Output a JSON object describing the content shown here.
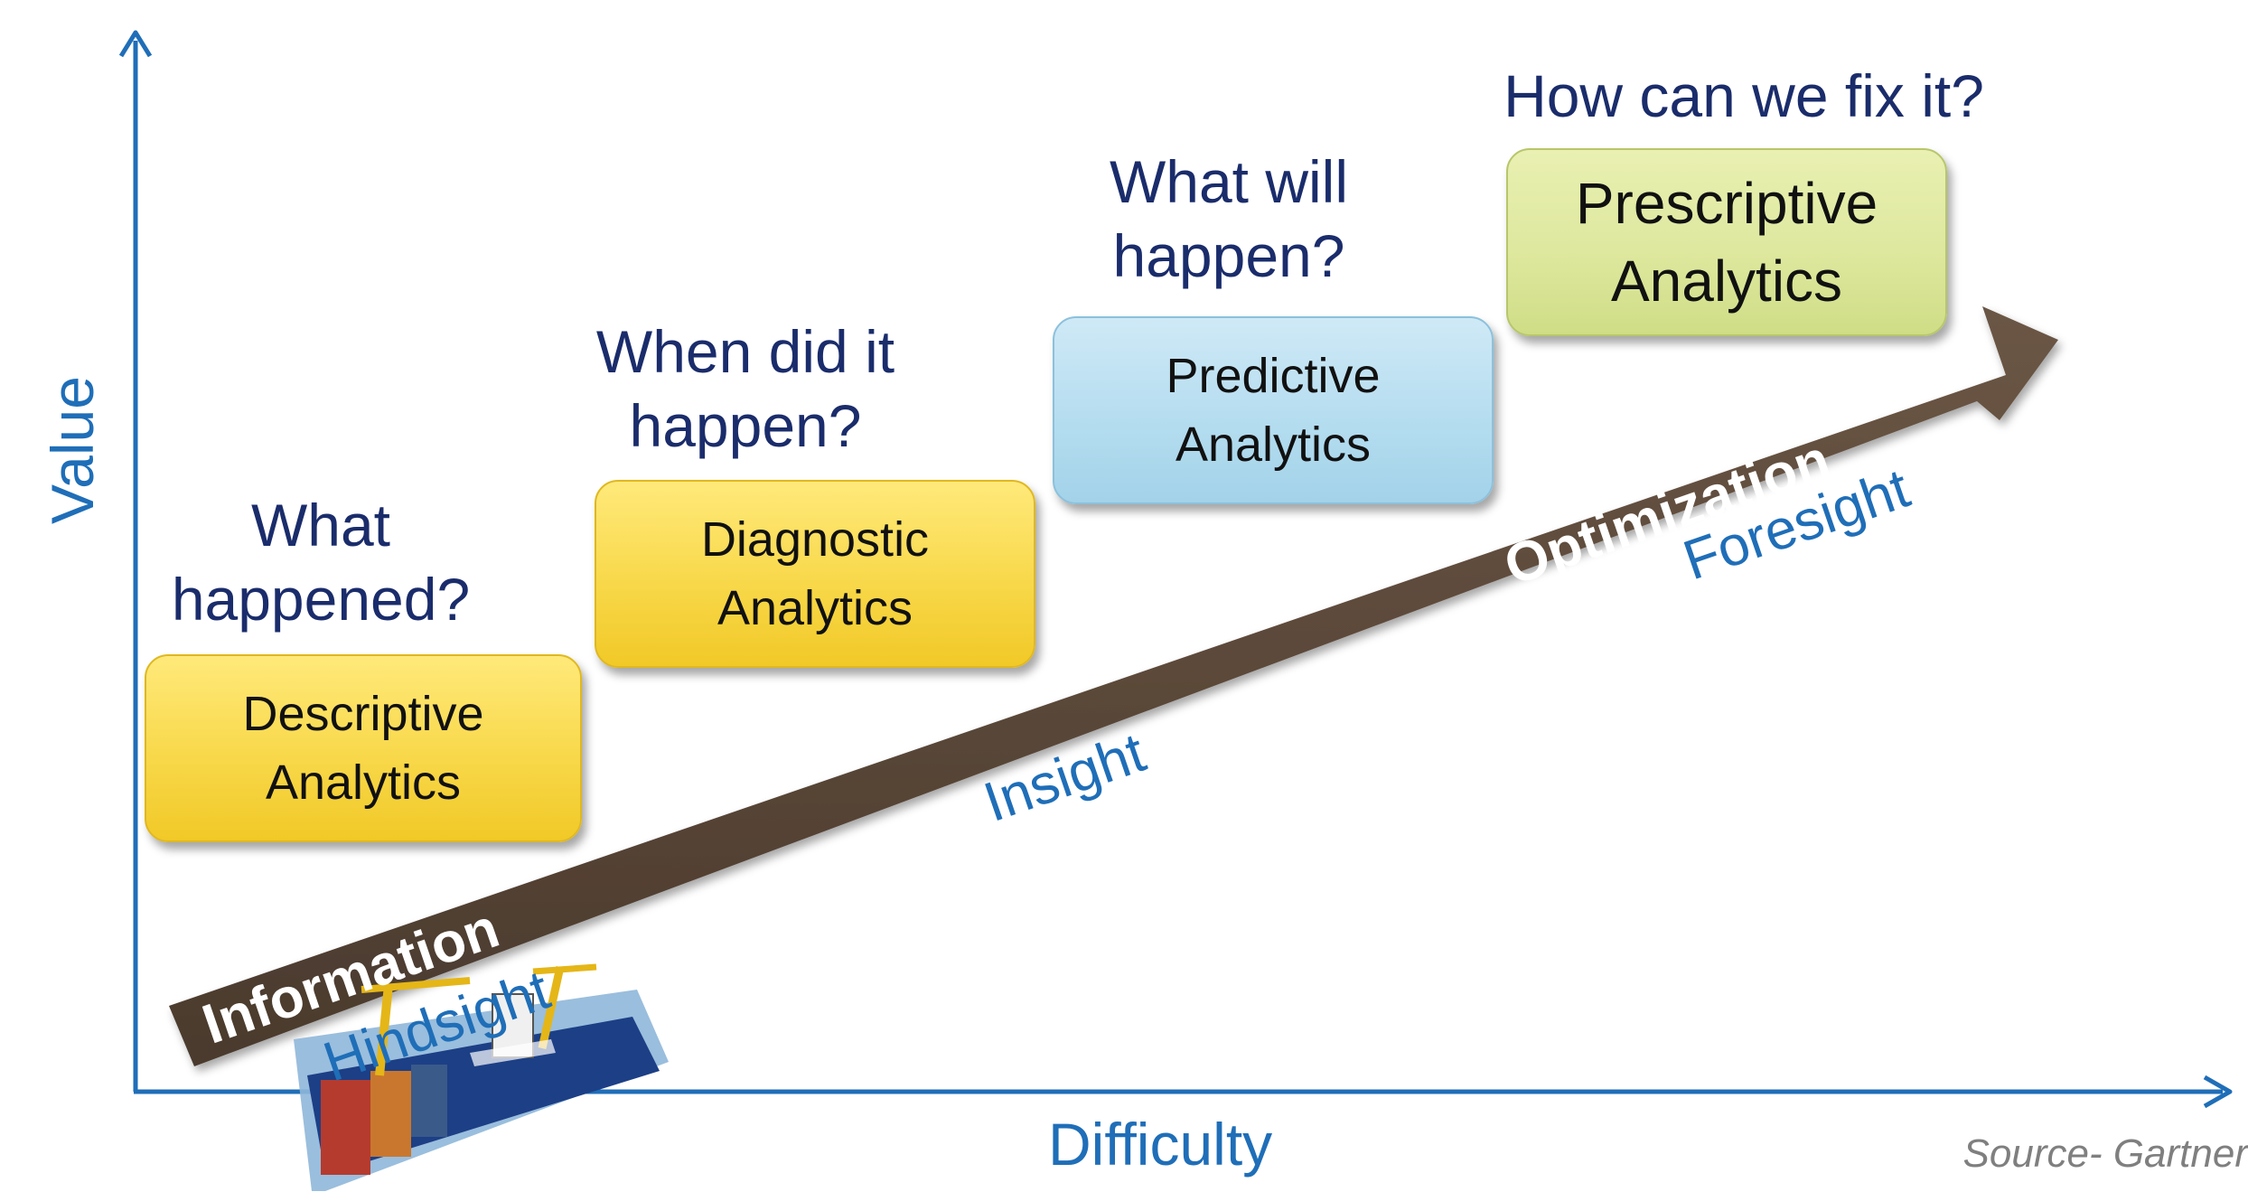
{
  "axes": {
    "y_label": "Value",
    "x_label": "Difficulty"
  },
  "source": "Source- Gartner",
  "arrow": {
    "start_label": "Information",
    "end_label": "Optimization",
    "color": "#5b4636"
  },
  "stages": [
    {
      "question": "What\nhappened?",
      "box_label": "Descriptive\nAnalytics",
      "box_color": "yellow"
    },
    {
      "question": "When did it\nhappen?",
      "box_label": "Diagnostic\nAnalytics",
      "box_color": "yellow"
    },
    {
      "question": "What will\nhappen?",
      "box_label": "Predictive\nAnalytics",
      "box_color": "blue"
    },
    {
      "question": "How can we fix it?",
      "box_label": "Prescriptive\nAnalytics",
      "box_color": "green"
    }
  ],
  "sight_labels": [
    "Hindsight",
    "Insight",
    "Foresight"
  ],
  "colors": {
    "axis": "#1f6eb8",
    "question_text": "#1a2c6b",
    "sight_text": "#1f6eb8"
  }
}
